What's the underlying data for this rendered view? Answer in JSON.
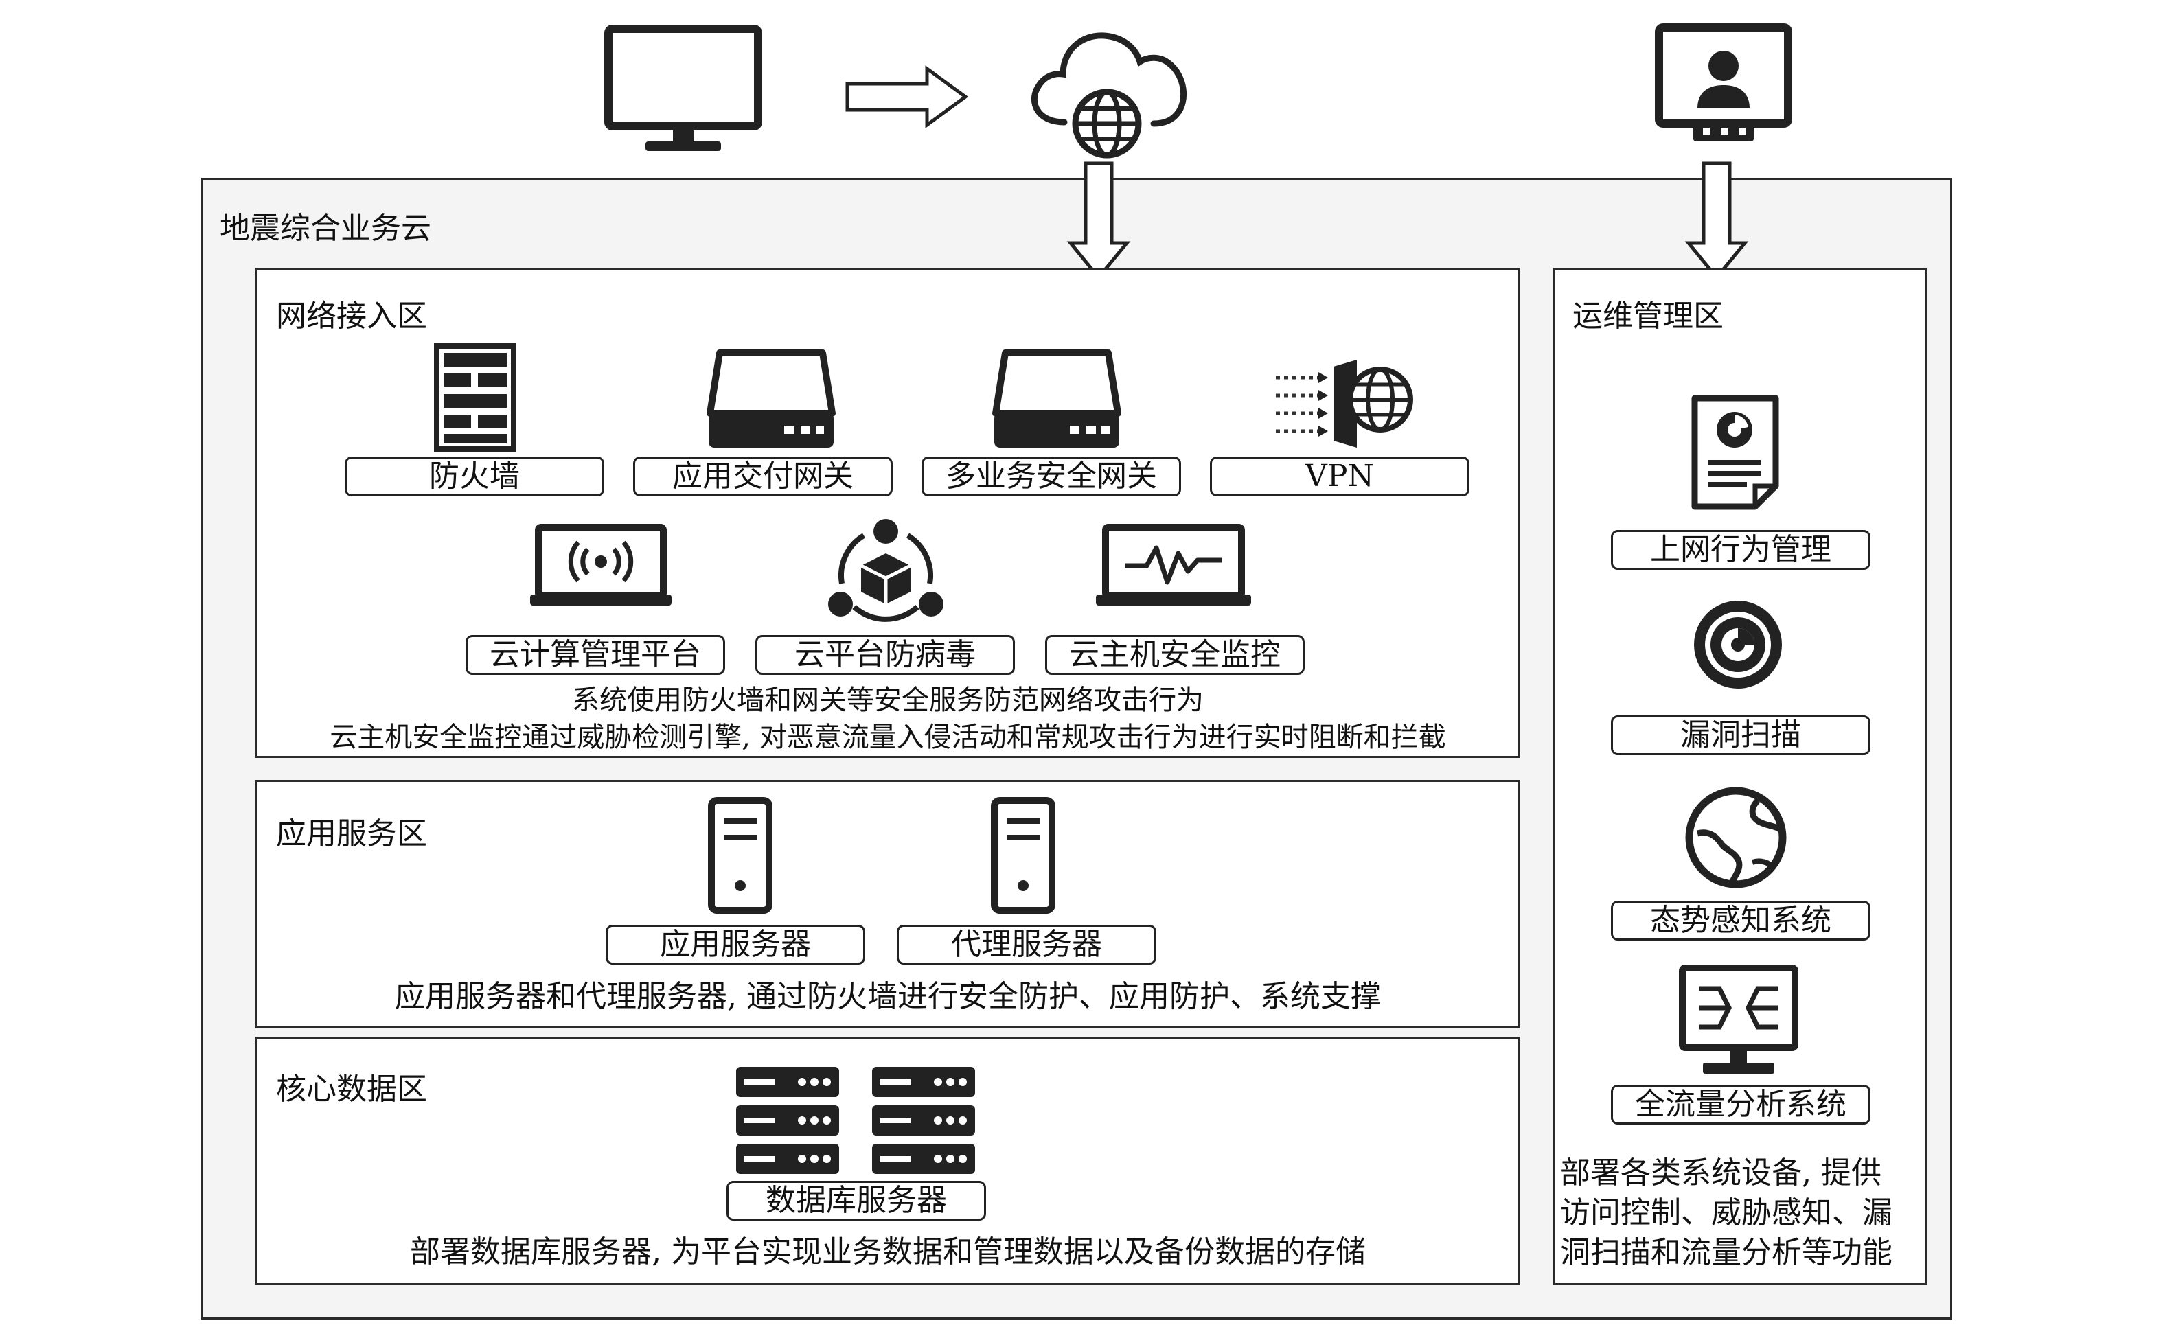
{
  "outer": {
    "title": "地震综合业务云"
  },
  "network_zone": {
    "title": "网络接入区",
    "devices_row1": [
      "防火墙",
      "应用交付网关",
      "多业务安全网关",
      "VPN"
    ],
    "devices_row2": [
      "云计算管理平台",
      "云平台防病毒",
      "云主机安全监控"
    ],
    "desc_line1": "系统使用防火墙和网关等安全服务防范网络攻击行为",
    "desc_line2": "云主机安全监控通过威胁检测引擎, 对恶意流量入侵活动和常规攻击行为进行实时阻断和拦截"
  },
  "app_zone": {
    "title": "应用服务区",
    "devices": [
      "应用服务器",
      "代理服务器"
    ],
    "desc": "应用服务器和代理服务器, 通过防火墙进行安全防护、应用防护、系统支撑"
  },
  "core_zone": {
    "title": "核心数据区",
    "device": "数据库服务器",
    "desc": "部署数据库服务器, 为平台实现业务数据和管理数据以及备份数据的存储"
  },
  "ops_zone": {
    "title": "运维管理区",
    "devices": [
      "上网行为管理",
      "漏洞扫描",
      "态势感知系统",
      "全流量分析系统"
    ],
    "desc_lines": [
      "部署各类系统设备, 提供",
      "访问控制、威胁感知、漏",
      "洞扫描和流量分析等功能"
    ]
  },
  "icons": {
    "top": [
      "monitor-icon",
      "right-arrow-icon",
      "cloud-globe-icon",
      "admin-monitor-icon"
    ],
    "network": [
      "firewall-icon",
      "gateway-icon",
      "security-gateway-icon",
      "vpn-icon",
      "cloud-mgmt-icon",
      "antivirus-icon",
      "host-monitor-icon"
    ],
    "app": [
      "server-icon",
      "server-icon"
    ],
    "core": [
      "database-server-icon"
    ],
    "ops": [
      "report-icon",
      "scan-icon",
      "globe-icon",
      "traffic-analysis-icon"
    ]
  }
}
